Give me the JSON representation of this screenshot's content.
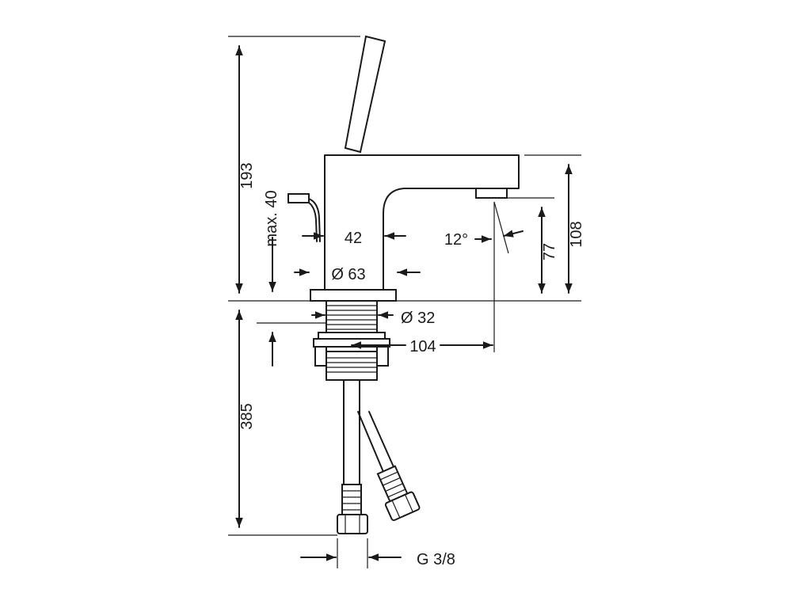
{
  "dimensions": {
    "total_height": "193",
    "below_deck": "385",
    "lever_offset": "max. 40",
    "body_width": "42",
    "base_diameter": "Ø 63",
    "shank_diameter": "Ø 32",
    "spout_angle": "12°",
    "spout_outlet_height": "77",
    "spout_height": "108",
    "projection": "104",
    "connection_thread": "G 3/8"
  },
  "colors": {
    "line": "#1a1a1a",
    "background": "#ffffff"
  }
}
